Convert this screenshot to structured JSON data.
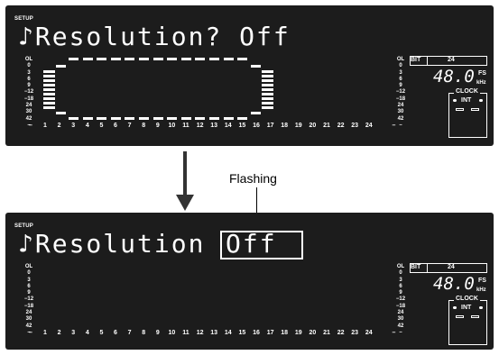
{
  "top_display": {
    "setup_tag": "SETUP",
    "message": "♪Resolution? Off",
    "meter_scale_left": [
      "OL",
      "0",
      "3",
      "6",
      "9",
      "−12",
      "−18",
      "24",
      "30",
      "42",
      "–"
    ],
    "meter_scale_right": [
      "OL",
      "0",
      "3",
      "6",
      "9",
      "−12",
      "−18",
      "24",
      "30",
      "42",
      "–"
    ],
    "channels": [
      "1",
      "2",
      "3",
      "4",
      "5",
      "6",
      "7",
      "8",
      "9",
      "10",
      "11",
      "12",
      "13",
      "14",
      "15",
      "16",
      "17",
      "18",
      "19",
      "20",
      "21",
      "22",
      "23",
      "24"
    ],
    "bit_label": "BIT",
    "bit_value": "24",
    "sample_rate": "48.0",
    "fs_label": "FS",
    "khz_label": "kHz",
    "clock_label": "CLOCK",
    "clock_source": "INT"
  },
  "bottom_display": {
    "setup_tag": "SETUP",
    "message": "♪Resolution",
    "value": "Off",
    "meter_scale_left": [
      "OL",
      "0",
      "3",
      "6",
      "9",
      "−12",
      "−18",
      "24",
      "30",
      "42",
      "–"
    ],
    "meter_scale_right": [
      "OL",
      "0",
      "3",
      "6",
      "9",
      "−12",
      "−18",
      "24",
      "30",
      "42",
      "–"
    ],
    "channels": [
      "1",
      "2",
      "3",
      "4",
      "5",
      "6",
      "7",
      "8",
      "9",
      "10",
      "11",
      "12",
      "13",
      "14",
      "15",
      "16",
      "17",
      "18",
      "19",
      "20",
      "21",
      "22",
      "23",
      "24"
    ],
    "bit_label": "BIT",
    "bit_value": "24",
    "sample_rate": "48.0",
    "fs_label": "FS",
    "khz_label": "kHz",
    "clock_label": "CLOCK",
    "clock_source": "INT"
  },
  "callout": {
    "label": "Flashing"
  },
  "colors": {
    "panel_background": "#1c1c1c",
    "segment": "#ffffff",
    "arrow": "#333333"
  }
}
